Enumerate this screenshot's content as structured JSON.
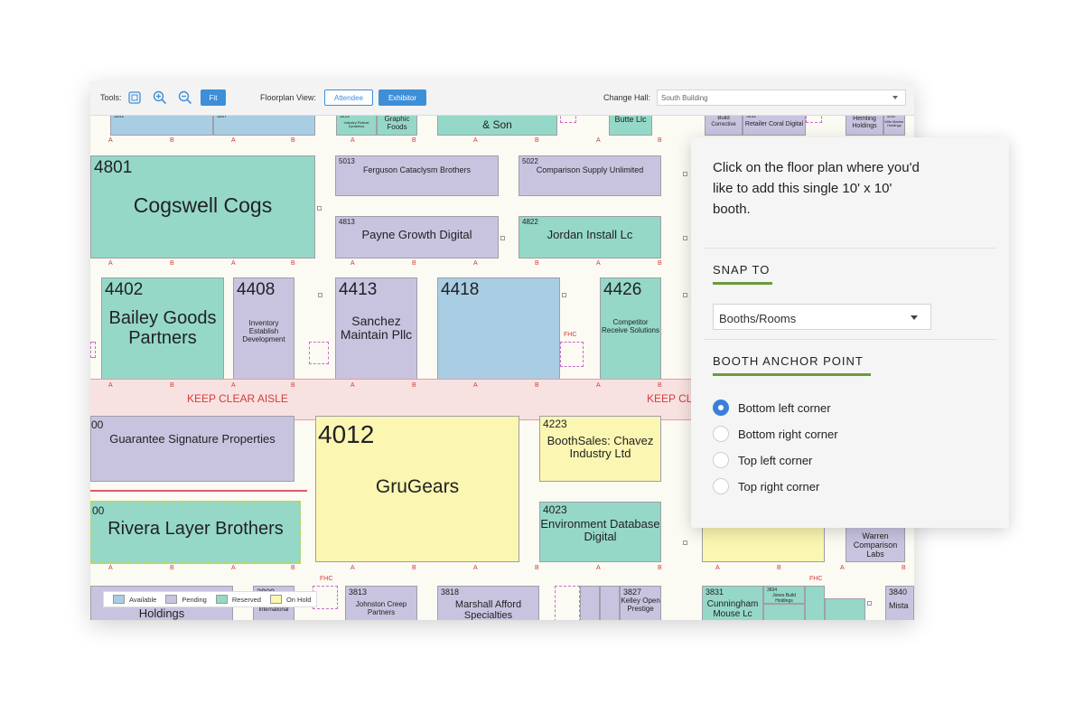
{
  "toolbar": {
    "tools_label": "Tools:",
    "fit_label": "Fit",
    "floorplan_view_label": "Floorplan View:",
    "attendee_label": "Attendee",
    "exhibitor_label": "Exhibitor",
    "change_hall_label": "Change Hall:",
    "hall_value": "South Building",
    "icons": [
      "frame-icon",
      "zoom-in-icon",
      "zoom-out-icon"
    ]
  },
  "map": {
    "aisle_text": "KEEP CLEAR AISLE",
    "aisle_text_cut": "KEEP CL",
    "fhc": "FHC",
    "marks": {
      "a": "A",
      "b": "B"
    },
    "booths": {
      "top1": "5202",
      "top2": "5207",
      "top3": "5212",
      "top3_name": "Industry Robust Dynamics",
      "top4_name": "Graphic Foods",
      "top5_name": "& Son",
      "top6_name": "Butte Llc",
      "top7_name": "Build Corrective",
      "top8": "5232",
      "top8_name": "Retailer Coral Digital",
      "top9_name": "Hemling Holdings",
      "top10": "5240",
      "top10_name": "Mile Marker Holdings",
      "b4801": "4801",
      "b4801_name": "Cogswell Cogs",
      "b5013": "5013",
      "b5013_name": "Ferguson Cataclysm Brothers",
      "b5022": "5022",
      "b5022_name": "Comparison Supply Unlimited",
      "b4813": "4813",
      "b4813_name": "Payne Growth Digital",
      "b4822": "4822",
      "b4822_name": "Jordan Install Lc",
      "b4402": "4402",
      "b4402_name": "Bailey Goods Partners",
      "b4408": "4408",
      "b4408_name": "Inventory Establish Development",
      "b4413": "4413",
      "b4413_name": "Sanchez Maintain Pllc",
      "b4418": "4418",
      "b4426": "4426",
      "b4426_name": "Competitor Receive Solutions",
      "b00a": "00",
      "b00a_name": "Guarantee Signature Properties",
      "b4012": "4012",
      "b4012_name": "GruGears",
      "b4223": "4223",
      "b4223_name": "BoothSales: Chavez Industry Ltd",
      "b00b": "00",
      "b00b_name": "Rivera Layer Brothers",
      "b4023": "4023",
      "b4023_name": "Environment Database Digital",
      "warren_name": "Warren Comparison Labs",
      "holdings_name": "Holdings",
      "b3809": "3809",
      "b3809_name": "International",
      "b3813": "3813",
      "b3813_name": "Johnston Creep Partners",
      "b3818": "3818",
      "b3818_name": "Marshall Afford Specialties",
      "b3827": "3827",
      "b3827_name": "Kelley Open Prestige",
      "b3831": "3831",
      "b3831_name": "Cunningham Mouse Lc",
      "b3834": "3834",
      "b3834_name": "Jones Build Holdings",
      "b3840": "3840",
      "b3840_name": "Mista"
    },
    "colors": {
      "available": "#a9cde3",
      "pending": "#c8c4e0",
      "reserved": "#95d8c8",
      "on_hold": "#fbf6b1",
      "aisle": "#f8e2e1"
    }
  },
  "legend": {
    "available": "Available",
    "pending": "Pending",
    "reserved": "Reserved",
    "on_hold": "On Hold"
  },
  "panel": {
    "intro": "Click on the floor plan where you'd like to add this single 10' x 10' booth.",
    "snap_title": "SNAP TO",
    "snap_value": "Booths/Rooms",
    "anchor_title": "BOOTH ANCHOR POINT",
    "anchor_options": [
      {
        "label": "Bottom left corner",
        "selected": true
      },
      {
        "label": "Bottom right corner",
        "selected": false
      },
      {
        "label": "Top left corner",
        "selected": false
      },
      {
        "label": "Top right corner",
        "selected": false
      }
    ],
    "accent_color": "#6d9a3a",
    "radio_color": "#3d7fd8"
  }
}
